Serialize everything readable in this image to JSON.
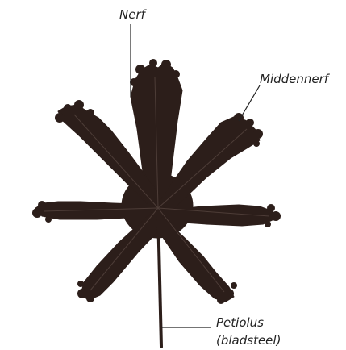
{
  "labels": {
    "nerf": "Nerf",
    "middennerf": "Middennerf",
    "petiolus_line1": "Petiolus",
    "petiolus_line2": "(bladsteel)"
  },
  "colors": {
    "leaf": "#2c1e1a",
    "vein": "#5b4a44",
    "leader": "#222222",
    "background": "#ffffff"
  }
}
